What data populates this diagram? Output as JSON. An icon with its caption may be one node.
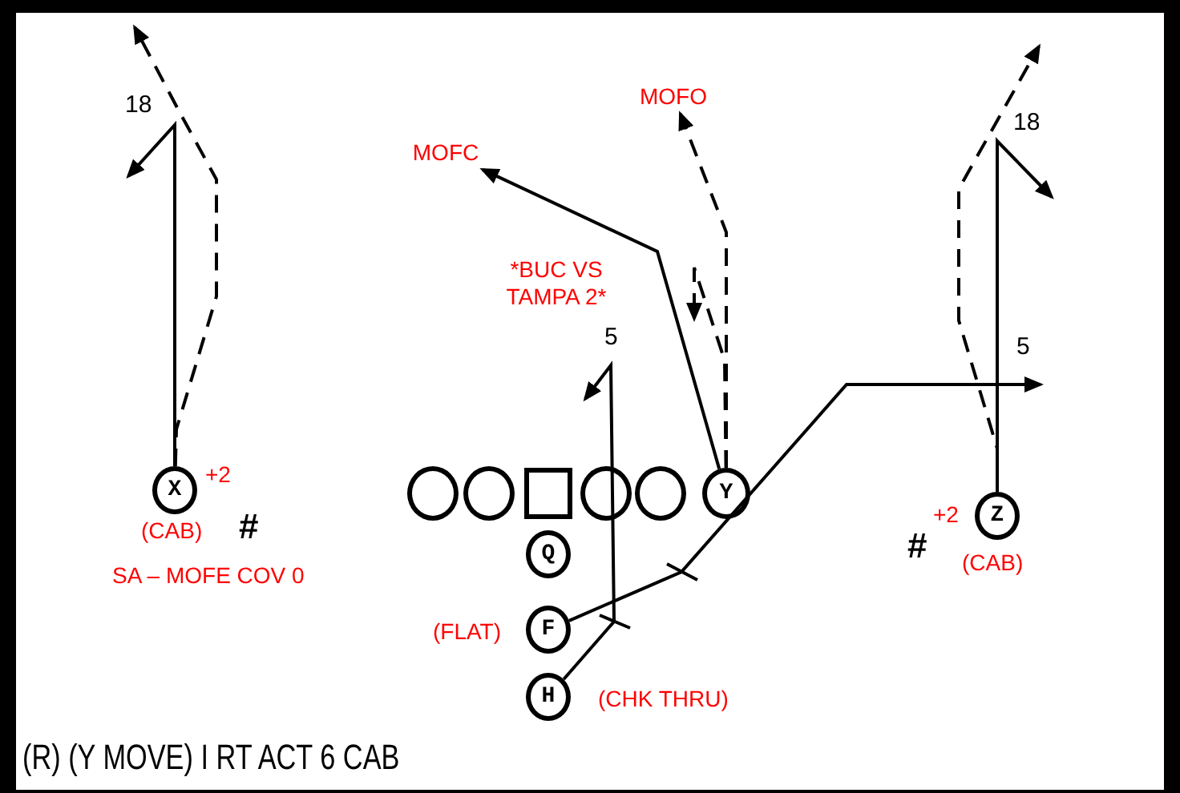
{
  "diagram": {
    "caption": "(R) (Y MOVE) I RT ACT 6 CAB",
    "nodes": [
      {
        "text": [
          "X"
        ],
        "beside": [
          "+2",
          "(CAB)"
        ]
      },
      {
        "text": [],
        "shape": "circle"
      },
      {
        "text": [],
        "shape": "circle"
      },
      {
        "text": [],
        "shape": "box"
      },
      {
        "text": [],
        "shape": "circle"
      },
      {
        "text": [],
        "shape": "circle"
      },
      {
        "text": [
          "Y"
        ]
      },
      {
        "text": [
          "Q"
        ]
      },
      {
        "text": [
          "Z"
        ],
        "beside": [
          "+2",
          "(CAB)"
        ]
      },
      {
        "text": [
          "F"
        ],
        "beside": [
          "(FLAT)"
        ]
      },
      {
        "text": [
          "H"
        ],
        "beside": [
          "(CHK THRU)"
        ]
      },
      {
        "text": [
          "MOFC"
        ]
      },
      {
        "text": [
          "MOFO"
        ]
      }
    ],
    "edges": [
      {
        "from": 0,
        "to": null,
        "arrow": "to"
      },
      {
        "from": 0,
        "to": null,
        "arrow": "to",
        "style": "dashed"
      },
      {
        "from": 6,
        "to": 11,
        "arrow": "to"
      },
      {
        "from": 6,
        "to": 12,
        "arrow": "to",
        "style": "dashed"
      },
      {
        "from": 6,
        "to": null,
        "arrow": "to",
        "style": "dashed"
      },
      {
        "from": 9,
        "to": null,
        "arrow": "to"
      },
      {
        "from": 10,
        "to": null,
        "arrow": "to"
      },
      {
        "from": 8,
        "to": null,
        "arrow": "to"
      },
      {
        "from": 8,
        "to": null,
        "arrow": "to",
        "style": "dashed"
      }
    ],
    "labels": [
      "18",
      "18",
      "*BUC VS TAMPA 2*",
      "5",
      "5",
      "#",
      "#",
      "SA – MOFE COV 0"
    ]
  }
}
